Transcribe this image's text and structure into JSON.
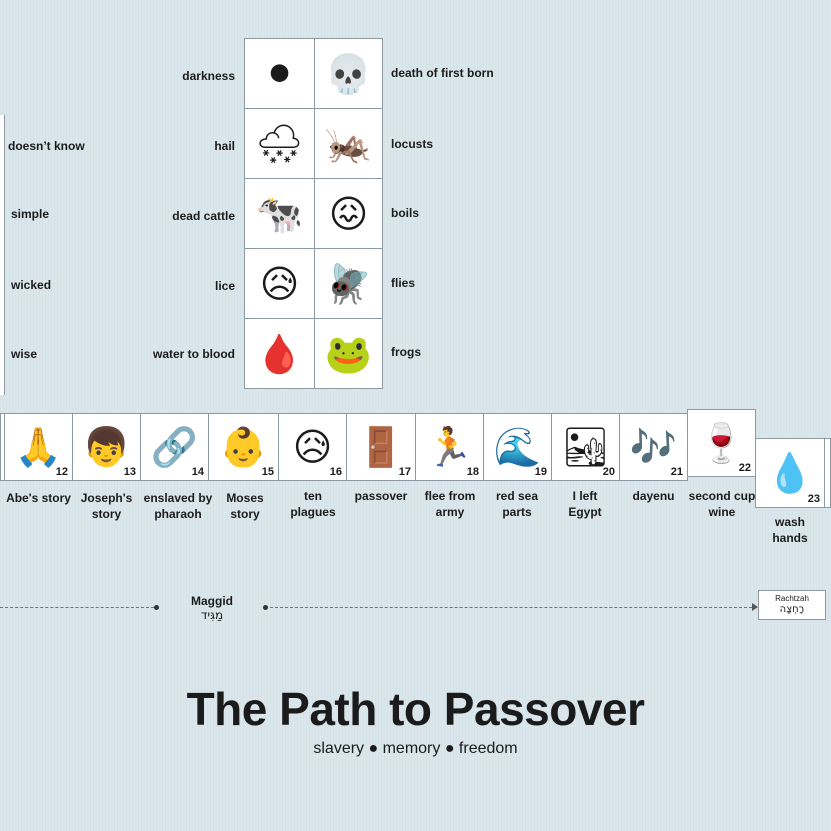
{
  "plagues": {
    "left": [
      {
        "label": "darkness",
        "icon": "⚫",
        "icon_name": "black-circle-icon"
      },
      {
        "label": "hail",
        "icon": "🌨",
        "icon_name": "hail-cloud-icon"
      },
      {
        "label": "dead cattle",
        "icon": "🐄",
        "icon_name": "cow-icon"
      },
      {
        "label": "lice",
        "icon": "😥",
        "icon_name": "itchy-face-icon"
      },
      {
        "label": "water to blood",
        "icon": "🩸",
        "icon_name": "blood-drop-icon"
      }
    ],
    "right": [
      {
        "label": "death of first born",
        "icon": "💀",
        "icon_name": "skull-icon"
      },
      {
        "label": "locusts",
        "icon": "🦗",
        "icon_name": "cricket-icon"
      },
      {
        "label": "boils",
        "icon": "😖",
        "icon_name": "boils-face-icon"
      },
      {
        "label": "flies",
        "icon": "🪰",
        "icon_name": "fly-icon"
      },
      {
        "label": "frogs",
        "icon": "🐸",
        "icon_name": "frog-icon"
      }
    ]
  },
  "sons": [
    {
      "label": "doesn’t know"
    },
    {
      "label": "simple"
    },
    {
      "label": "wicked"
    },
    {
      "label": "wise"
    }
  ],
  "steps": [
    {
      "num": "12",
      "label": "Abe's story",
      "icon": "🙏",
      "icon_name": "praying-hands-icon"
    },
    {
      "num": "13",
      "label": "Joseph's story",
      "icon": "👦",
      "icon_name": "boy-icon"
    },
    {
      "num": "14",
      "label": "enslaved by pharaoh",
      "icon": "🔗",
      "icon_name": "chain-link-icon"
    },
    {
      "num": "15",
      "label": "Moses story",
      "icon": "👶",
      "icon_name": "baby-icon"
    },
    {
      "num": "16",
      "label": "ten plagues",
      "icon": "😥",
      "icon_name": "sad-face-icon"
    },
    {
      "num": "17",
      "label": "passover",
      "icon": "🚪",
      "icon_name": "door-icon"
    },
    {
      "num": "18",
      "label": "flee from army",
      "icon": "🏃",
      "icon_name": "running-people-icon"
    },
    {
      "num": "19",
      "label": "red sea parts",
      "icon": "🌊",
      "icon_name": "sea-wave-icon"
    },
    {
      "num": "20",
      "label": "I left Egypt",
      "icon": "🏜",
      "icon_name": "pyramid-icon"
    },
    {
      "num": "21",
      "label": "dayenu",
      "icon": "🎶",
      "icon_name": "music-notes-icon"
    },
    {
      "num": "22",
      "label": "second cup wine",
      "icon": "🍷",
      "icon_name": "wine-glass-icon"
    },
    {
      "num": "23",
      "label": "wash hands",
      "icon": "💧",
      "icon_name": "water-drop-icon"
    }
  ],
  "sections": {
    "maggid": {
      "english": "Maggid",
      "hebrew": "מַגִּיד"
    },
    "rachtzah": {
      "english": "Rachtzah",
      "hebrew": "רָחְצָה"
    }
  },
  "title": "The Path to Passover",
  "subtitle": "slavery ● memory ● freedom",
  "colors": {
    "background": "#d9e6ec",
    "tile": "#ffffff",
    "border": "#8e9aa1",
    "text": "#1b1b1b"
  }
}
